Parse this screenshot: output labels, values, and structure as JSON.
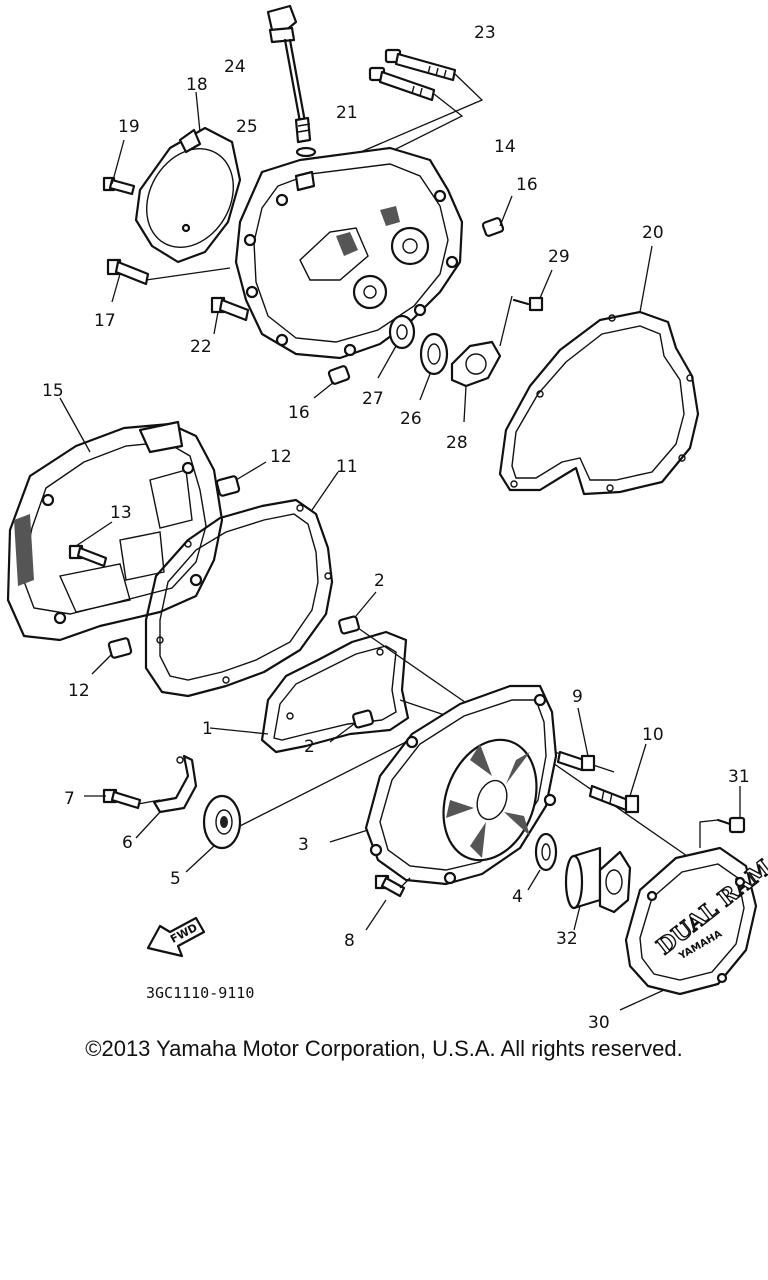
{
  "callouts": [
    {
      "id": "1",
      "text": "1"
    },
    {
      "id": "2a",
      "text": "2"
    },
    {
      "id": "2b",
      "text": "2"
    },
    {
      "id": "3",
      "text": "3"
    },
    {
      "id": "4",
      "text": "4"
    },
    {
      "id": "5",
      "text": "5"
    },
    {
      "id": "6",
      "text": "6"
    },
    {
      "id": "7",
      "text": "7"
    },
    {
      "id": "8",
      "text": "8"
    },
    {
      "id": "9",
      "text": "9"
    },
    {
      "id": "10",
      "text": "10"
    },
    {
      "id": "11",
      "text": "11"
    },
    {
      "id": "12a",
      "text": "12"
    },
    {
      "id": "12b",
      "text": "12"
    },
    {
      "id": "13",
      "text": "13"
    },
    {
      "id": "14",
      "text": "14"
    },
    {
      "id": "15",
      "text": "15"
    },
    {
      "id": "16a",
      "text": "16"
    },
    {
      "id": "16b",
      "text": "16"
    },
    {
      "id": "17",
      "text": "17"
    },
    {
      "id": "18",
      "text": "18"
    },
    {
      "id": "19",
      "text": "19"
    },
    {
      "id": "20",
      "text": "20"
    },
    {
      "id": "21",
      "text": "21"
    },
    {
      "id": "22",
      "text": "22"
    },
    {
      "id": "23",
      "text": "23"
    },
    {
      "id": "24",
      "text": "24"
    },
    {
      "id": "25",
      "text": "25"
    },
    {
      "id": "26",
      "text": "26"
    },
    {
      "id": "27",
      "text": "27"
    },
    {
      "id": "28",
      "text": "28"
    },
    {
      "id": "29",
      "text": "29"
    },
    {
      "id": "30",
      "text": "30"
    },
    {
      "id": "31",
      "text": "31"
    },
    {
      "id": "32",
      "text": "32"
    }
  ],
  "fwd_label": "FWD",
  "drawing_number": "3GC1110-9110",
  "cover_lettering": "DUAL RAM",
  "brand_emblem": "YAMAHA",
  "copyright": "©2013 Yamaha Motor Corporation, U.S.A. All rights reserved."
}
